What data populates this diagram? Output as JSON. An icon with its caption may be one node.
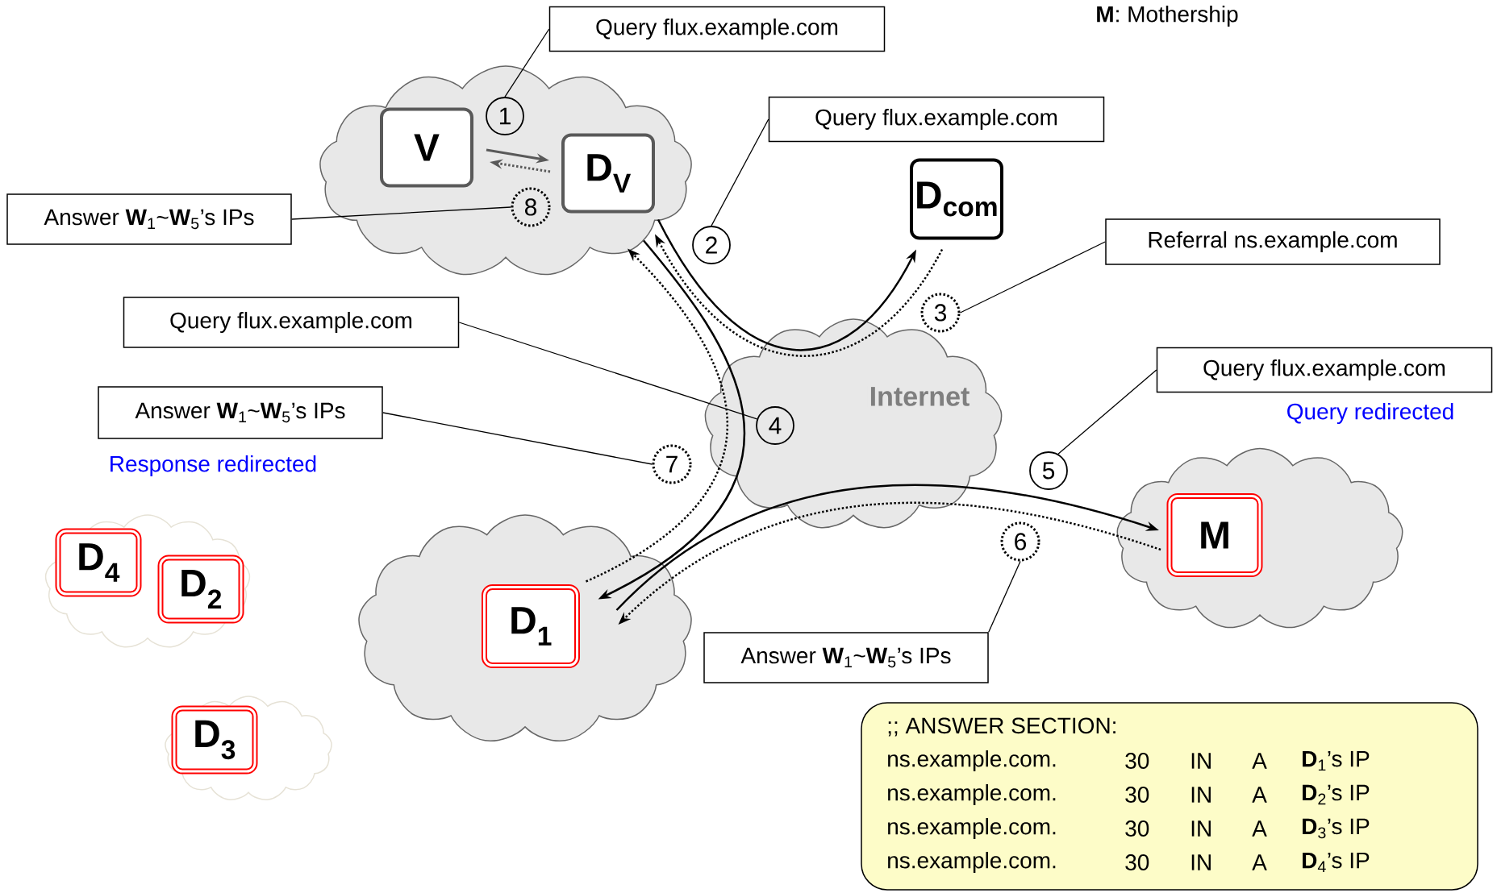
{
  "diagram": {
    "nodes": [
      {
        "text": [],
        "shape": "cloud"
      },
      {
        "text": [
          "V"
        ],
        "in": 0
      },
      {
        "text": [
          "D$_{V}$"
        ],
        "in": 0
      },
      {
        "text": [
          "1"
        ],
        "in": 0
      },
      {
        "text": [
          "8"
        ],
        "in": 0
      },
      {
        "text": [
          "Query flux.example.com"
        ]
      },
      {
        "text": [
          "Answer **W**$_{1}$~**W**$_{5}$’s IPs"
        ]
      },
      {
        "text": [
          "Query flux.example.com"
        ]
      },
      {
        "text": [
          "D$_{com}$"
        ]
      },
      {
        "text": [
          "Referral ns.example.com"
        ]
      },
      {
        "text": [
          "2"
        ]
      },
      {
        "text": [
          "3"
        ]
      },
      {
        "text": [
          "Internet"
        ]
      },
      {
        "text": [
          "4"
        ],
        "in": 12
      },
      {
        "text": [
          "Query flux.example.com"
        ]
      },
      {
        "text": [
          "Answer **W**$_{1}$~**W**$_{5}$’s IPs"
        ],
        "beside": [
          "Response redirected"
        ]
      },
      {
        "text": [
          "7"
        ]
      },
      {
        "text": [
          "5"
        ]
      },
      {
        "text": [
          "Query flux.example.com"
        ],
        "beside": [
          "Query redirected"
        ]
      },
      {
        "text": [],
        "shape": "cloud"
      },
      {
        "text": [
          "M"
        ],
        "in": 19
      },
      {
        "text": [],
        "shape": "cloud"
      },
      {
        "text": [
          "D$_{4}$"
        ],
        "in": 21
      },
      {
        "text": [
          "D$_{2}$"
        ],
        "in": 21
      },
      {
        "text": [],
        "shape": "cloud"
      },
      {
        "text": [
          "D$_{1}$"
        ],
        "in": 24
      },
      {
        "text": [
          "6"
        ]
      },
      {
        "text": [
          "Answer **W**$_{1}$~**W**$_{5}$’s IPs"
        ]
      },
      {
        "text": [],
        "shape": "cloud"
      },
      {
        "text": [
          "D$_{3}$"
        ],
        "in": 28
      },
      {
        "text": [
          ";; ANSWER SECTION:",
          "ns.example.com.",
          "30",
          "IN",
          "A",
          "**D**$_{1}$’s IP",
          "ns.example.com.",
          "30",
          "IN",
          "A",
          "**D**$_{2}$’s IP",
          "ns.example.com.",
          "30",
          "IN",
          "A",
          "**D**$_{3}$’s IP",
          "ns.example.com.",
          "30",
          "IN",
          "A",
          "**D**$_{4}$’s IP"
        ]
      }
    ],
    "edges": [
      {
        "from": 5,
        "to": 3,
        "arrow": "none"
      },
      {
        "from": 6,
        "to": 4,
        "arrow": "none"
      },
      {
        "from": 7,
        "to": 10,
        "arrow": "none"
      },
      {
        "from": 9,
        "to": 11,
        "arrow": "none"
      },
      {
        "from": 14,
        "to": 13,
        "arrow": "none"
      },
      {
        "from": 15,
        "to": 16,
        "arrow": "none"
      },
      {
        "from": 18,
        "to": 17,
        "arrow": "none"
      },
      {
        "from": 27,
        "to": 26,
        "arrow": "none"
      },
      {
        "from": 1,
        "to": 2,
        "arrow": "to",
        "color": "#595959"
      },
      {
        "from": 2,
        "to": 1,
        "arrow": "to",
        "style": "dashed",
        "color": "#595959"
      },
      {
        "from": 2,
        "to": 8,
        "arrow": "to"
      },
      {
        "from": 8,
        "to": 2,
        "arrow": "to",
        "style": "dashed"
      },
      {
        "from": 2,
        "to": 25,
        "arrow": "to"
      },
      {
        "from": 25,
        "to": 2,
        "arrow": "to",
        "style": "dashed"
      },
      {
        "from": 25,
        "to": 20,
        "arrow": "to"
      },
      {
        "from": 20,
        "to": 25,
        "arrow": "to",
        "style": "dashed"
      }
    ],
    "labels": [
      "**M**: Mothership"
    ]
  }
}
